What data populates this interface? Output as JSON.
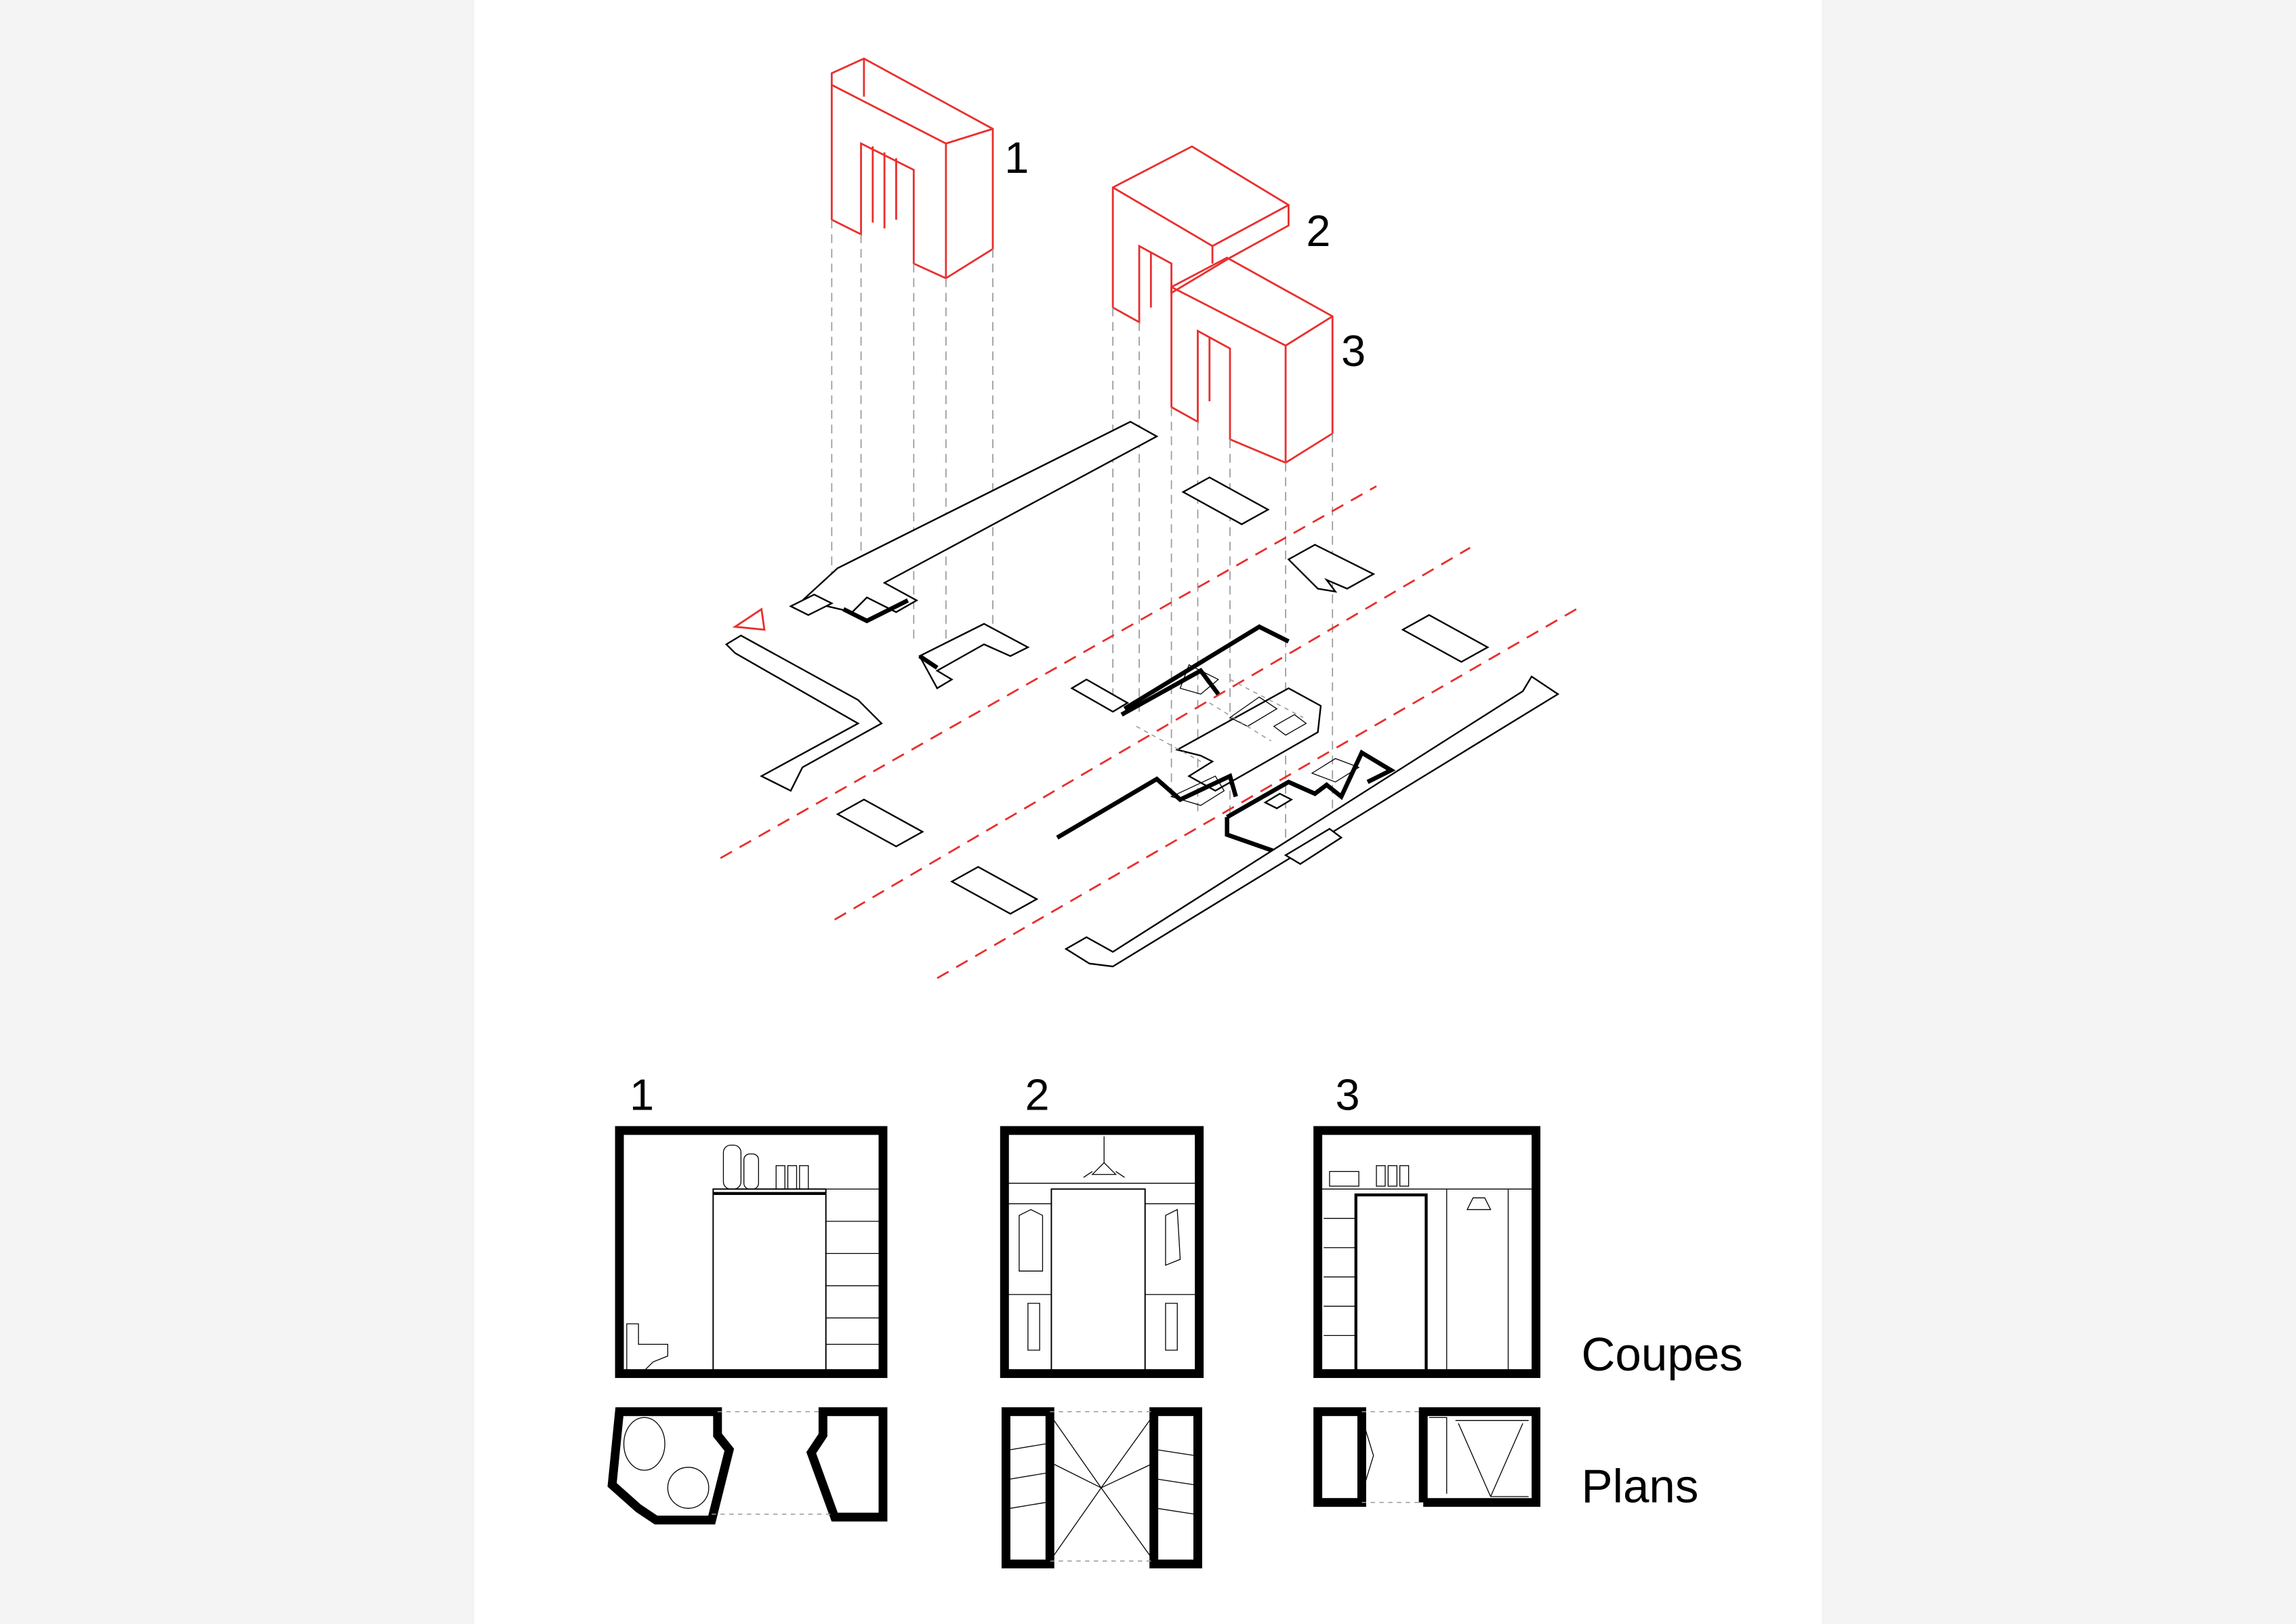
{
  "labels": {
    "module_1": "1",
    "module_2": "2",
    "module_3": "3",
    "sections": "Coupes",
    "plans": "Plans"
  },
  "colors": {
    "module_outline": "#e8302e",
    "section_line": "#e8302e",
    "wall": "#000000",
    "background": "#ffffff",
    "page_band": "#f4f4f4"
  }
}
